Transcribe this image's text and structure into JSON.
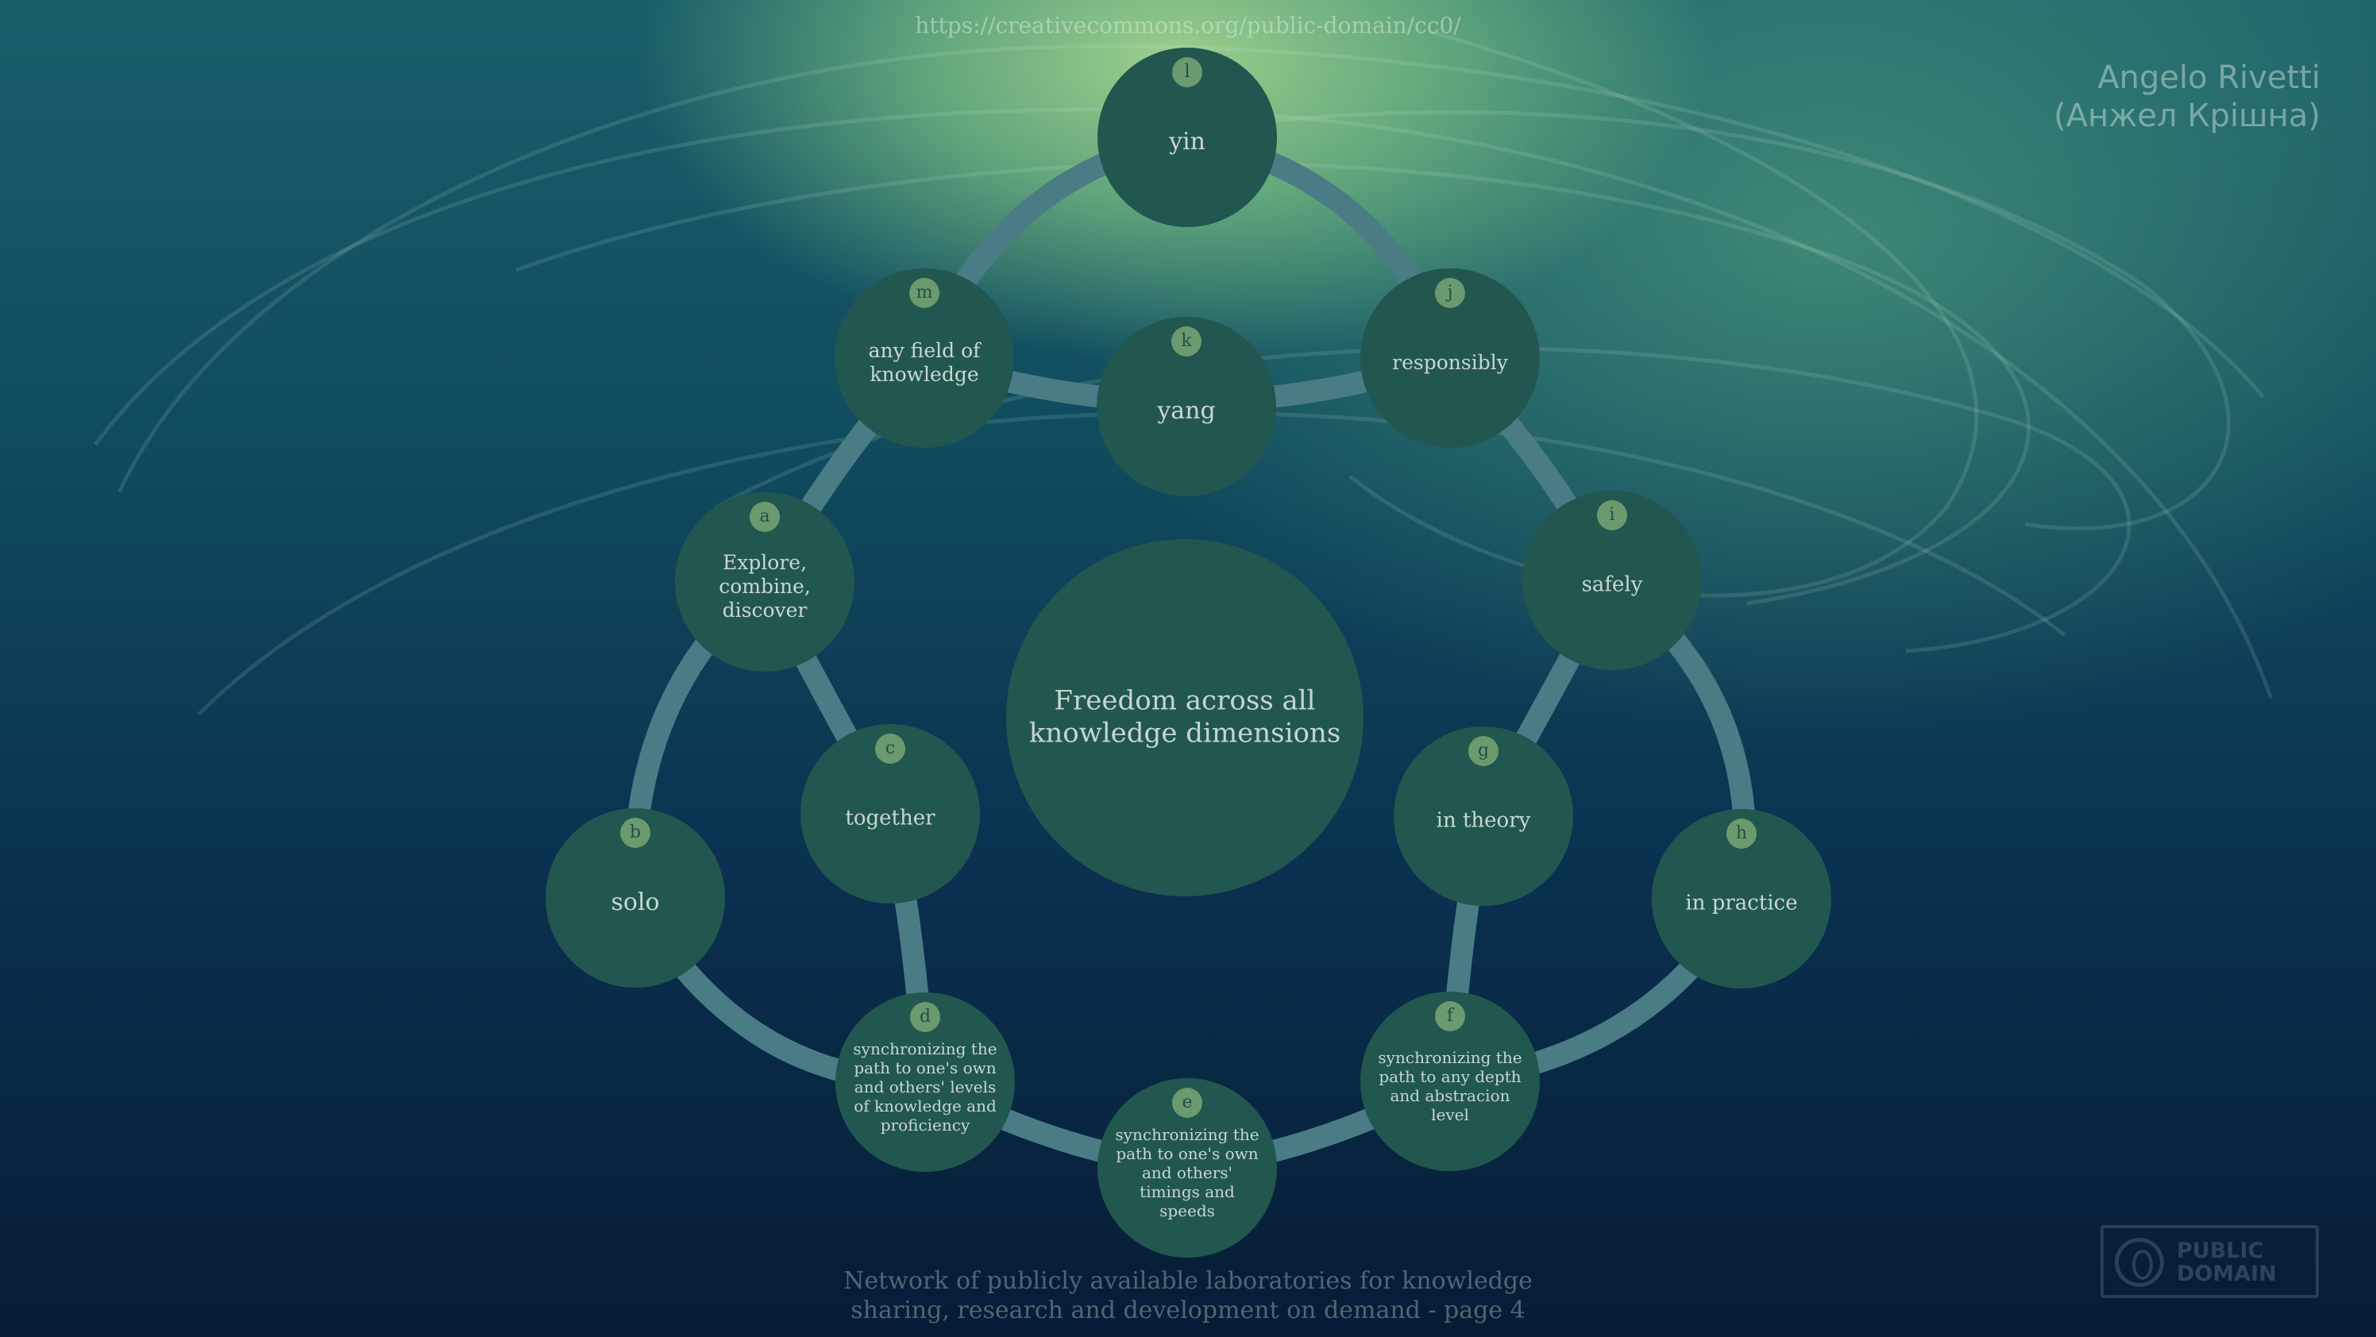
{
  "header": {
    "url": "https://creativecommons.org/public-domain/cc0/",
    "author_line1": "Angelo Rivetti",
    "author_line2": "(Анжел Крішна)"
  },
  "center": {
    "text": "Freedom across all knowledge dimensions"
  },
  "nodes": [
    {
      "id": "l",
      "label": "yin"
    },
    {
      "id": "k",
      "label": "yang"
    },
    {
      "id": "m",
      "label": "any field of knowledge"
    },
    {
      "id": "j",
      "label": "responsibly"
    },
    {
      "id": "a",
      "label": "Explore, combine, discover"
    },
    {
      "id": "i",
      "label": "safely"
    },
    {
      "id": "c",
      "label": "together"
    },
    {
      "id": "g",
      "label": "in theory"
    },
    {
      "id": "b",
      "label": "solo"
    },
    {
      "id": "h",
      "label": "in practice"
    },
    {
      "id": "d",
      "label": "synchronizing the path to one's own and others' levels of knowledge and proficiency"
    },
    {
      "id": "f",
      "label": "synchronizing the path to any depth and abstracion level"
    },
    {
      "id": "e",
      "label": "synchronizing the path to one's own and others' timings and speeds"
    }
  ],
  "footer": {
    "line1": "Network of publicly available laboratories for knowledge",
    "line2": "sharing, research and development on demand - page 4"
  },
  "logo": {
    "line1": "PUBLIC",
    "line2": "DOMAIN"
  },
  "colors": {
    "node_fill": "#21574f",
    "badge_fill": "#6c9a6f",
    "ring": "#4a7c86"
  }
}
